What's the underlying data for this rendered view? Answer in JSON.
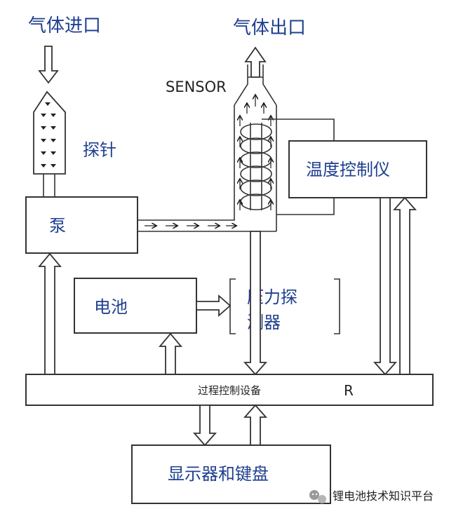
{
  "diagram": {
    "gas_inlet": "气体进口",
    "gas_outlet": "气体出口",
    "sensor": "SENSOR",
    "probe": "探针",
    "temperature_controller": "温度控制仪",
    "pump": "泵",
    "battery": "电池",
    "pressure_detector_line1": "压力探",
    "pressure_detector_line2": "测器",
    "process_control_equipment": "过程控制设备",
    "process_control_suffix": "R",
    "display_keyboard": "显示器和键盘",
    "watermark": "锂电池技术知识平台"
  },
  "colors": {
    "label_blue": "#1f3f8f",
    "line": "#333333"
  }
}
